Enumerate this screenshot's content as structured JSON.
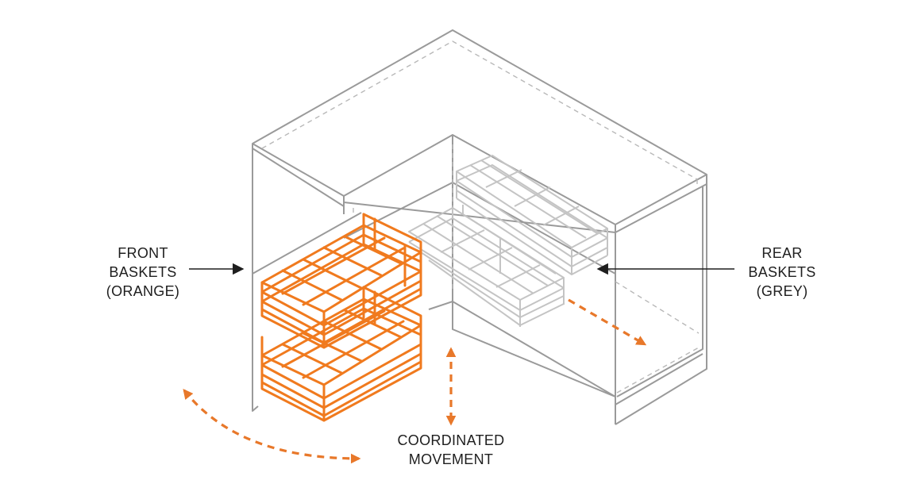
{
  "labels": {
    "front": [
      "FRONT",
      "BASKETS",
      "(ORANGE)"
    ],
    "rear": [
      "REAR",
      "BASKETS",
      "(GREY)"
    ],
    "movement": [
      "COORDINATED",
      "MOVEMENT"
    ]
  },
  "colors": {
    "cabinet_line": "#9a9a9a",
    "cabinet_dash": "#b8b8b8",
    "front_baskets": "#f07a1e",
    "rear_baskets": "#c4c4c4",
    "arrows_motion": "#e8782a",
    "pointer_arrows": "#1e1e1e",
    "text": "#1e1e1e"
  },
  "icons": [
    "front-pointer-arrow",
    "rear-pointer-arrow",
    "swing-arc-arrow",
    "vertical-double-arrow",
    "slide-out-arrow"
  ]
}
